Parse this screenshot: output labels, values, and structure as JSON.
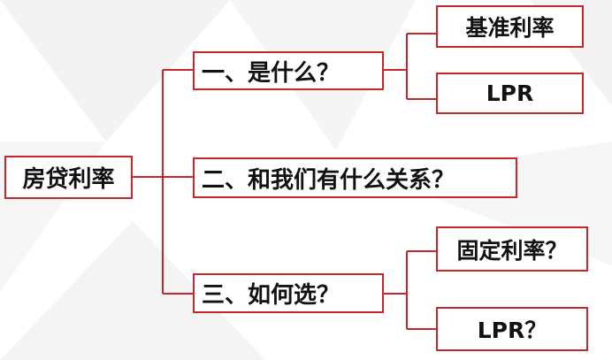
{
  "diagram": {
    "root": {
      "label": "房贷利率"
    },
    "branches": [
      {
        "label": "一、是什么？",
        "children": [
          {
            "label": "基准利率"
          },
          {
            "label": "LPR"
          }
        ]
      },
      {
        "label": "二、和我们有什么关系？",
        "children": []
      },
      {
        "label": "三、如何选？",
        "children": [
          {
            "label": "固定利率？"
          },
          {
            "label": "LPR？"
          }
        ]
      }
    ]
  },
  "colors": {
    "border": "#c8262c",
    "connector": "#c8262c",
    "text": "#111111",
    "background": "#ffffff"
  }
}
